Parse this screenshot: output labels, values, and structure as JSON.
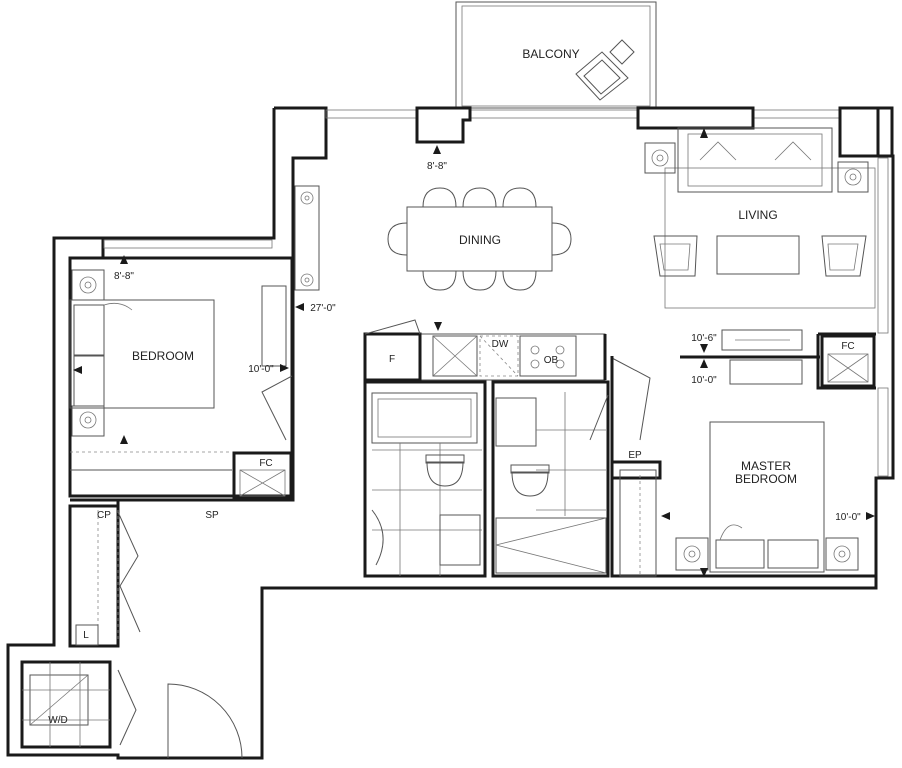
{
  "rooms": {
    "balcony": "BALCONY",
    "dining": "DINING",
    "living": "LIVING",
    "bedroom": "BEDROOM",
    "master_line1": "MASTER",
    "master_line2": "BEDROOM"
  },
  "dimensions": {
    "dining_window": "8'-8\"",
    "bedroom_width": "8'-8\"",
    "overall_length": "27'-0\"",
    "bedroom_depth": "10'-0\"",
    "living_depth": "10'-6\"",
    "master_width": "10'-0\"",
    "master_depth": "10'-0\""
  },
  "fixtures": {
    "fridge": "F",
    "dishwasher": "DW",
    "oven": "OB",
    "fan_coil_living": "FC",
    "fan_coil_bedroom": "FC",
    "closet_pantry": "CP",
    "storage_shelf": "SP",
    "linen": "L",
    "electrical_panel": "EP",
    "washer_dryer": "W/D"
  }
}
